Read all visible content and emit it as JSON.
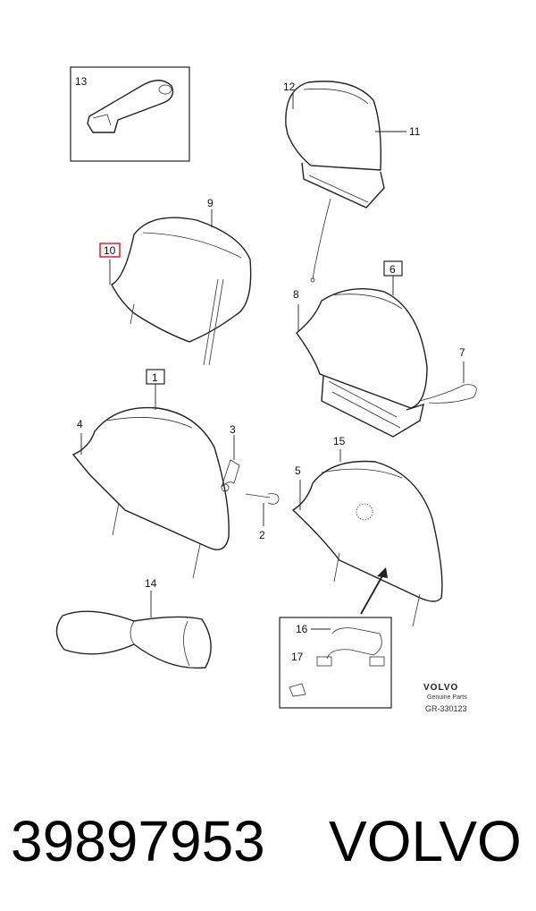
{
  "labels": {
    "l1": "1",
    "l2": "2",
    "l3": "3",
    "l4": "4",
    "l5": "5",
    "l6": "6",
    "l7": "7",
    "l8": "8",
    "l9": "9",
    "l10": "10",
    "l11": "11",
    "l12": "12",
    "l13": "13",
    "l14": "14",
    "l15": "15",
    "l16": "16",
    "l17": "17"
  },
  "brand": {
    "logo": "VOLVO",
    "subtitle": "Genuine Parts",
    "ref": "GR-330123"
  },
  "footer": {
    "part_number": "39897953",
    "brand": "VOLVO"
  },
  "colors": {
    "highlight": "#e0202a",
    "line": "#222222"
  }
}
